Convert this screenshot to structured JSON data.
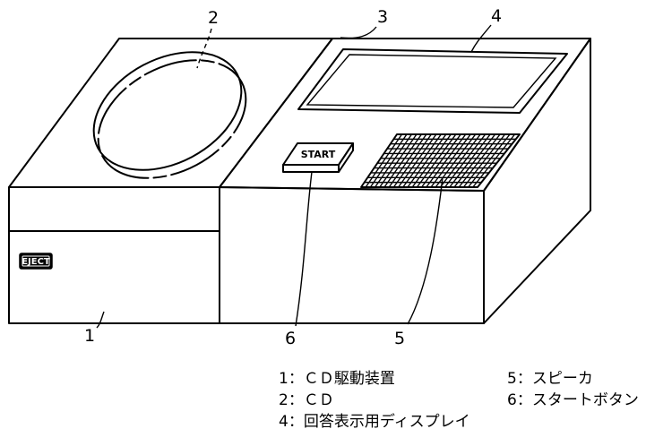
{
  "callouts": {
    "n1": "1",
    "n2": "2",
    "n3": "3",
    "n4": "4",
    "n5": "5",
    "n6": "6"
  },
  "device": {
    "start_label": "START",
    "eject_label": "EJECT"
  },
  "legend": {
    "item1": "1：ＣＤ駆動装置",
    "item2": "2：ＣＤ",
    "item4": "4：回答表示用ディスプレイ",
    "item5": "5：スピーカ",
    "item6": "6：スタートボタン"
  }
}
